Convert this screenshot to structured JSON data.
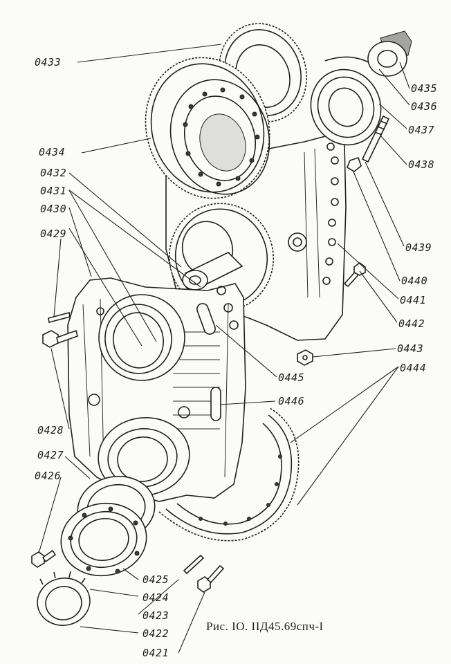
{
  "caption": "Рис. IO. IIД45.69спч-I",
  "labels": {
    "p0433": "0433",
    "p0434": "0434",
    "p0432": "0432",
    "p0431": "0431",
    "p0430": "0430",
    "p0429": "0429",
    "p0428": "0428",
    "p0427": "0427",
    "p0426": "0426",
    "p0425": "0425",
    "p0424": "0424",
    "p0423": "0423",
    "p0422": "0422",
    "p0421": "0421",
    "p0435": "0435",
    "p0436": "0436",
    "p0437": "0437",
    "p0438": "0438",
    "p0439": "0439",
    "p0440": "0440",
    "p0441": "0441",
    "p0442": "0442",
    "p0443": "0443",
    "p0444": "0444",
    "p0445": "0445",
    "p0446": "0446"
  }
}
